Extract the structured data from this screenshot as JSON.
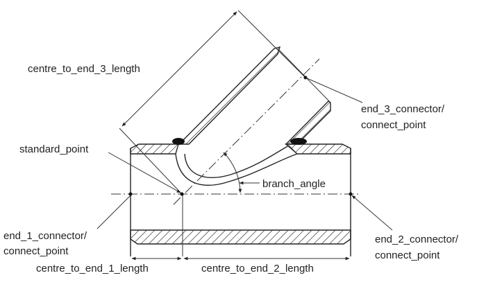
{
  "labels": {
    "centre_to_end_3_length": "centre_to_end_3_length",
    "end_3_line1": "end_3_connector/",
    "end_3_line2": "connect_point",
    "standard_point": "standard_point",
    "branch_angle": "branch_angle",
    "end_1_line1": "end_1_connector/",
    "end_1_line2": "connect_point",
    "end_2_line1": "end_2_connector/",
    "end_2_line2": "connect_point",
    "centre_to_end_1_length": "centre_to_end_1_length",
    "centre_to_end_2_length": "centre_to_end_2_length"
  }
}
